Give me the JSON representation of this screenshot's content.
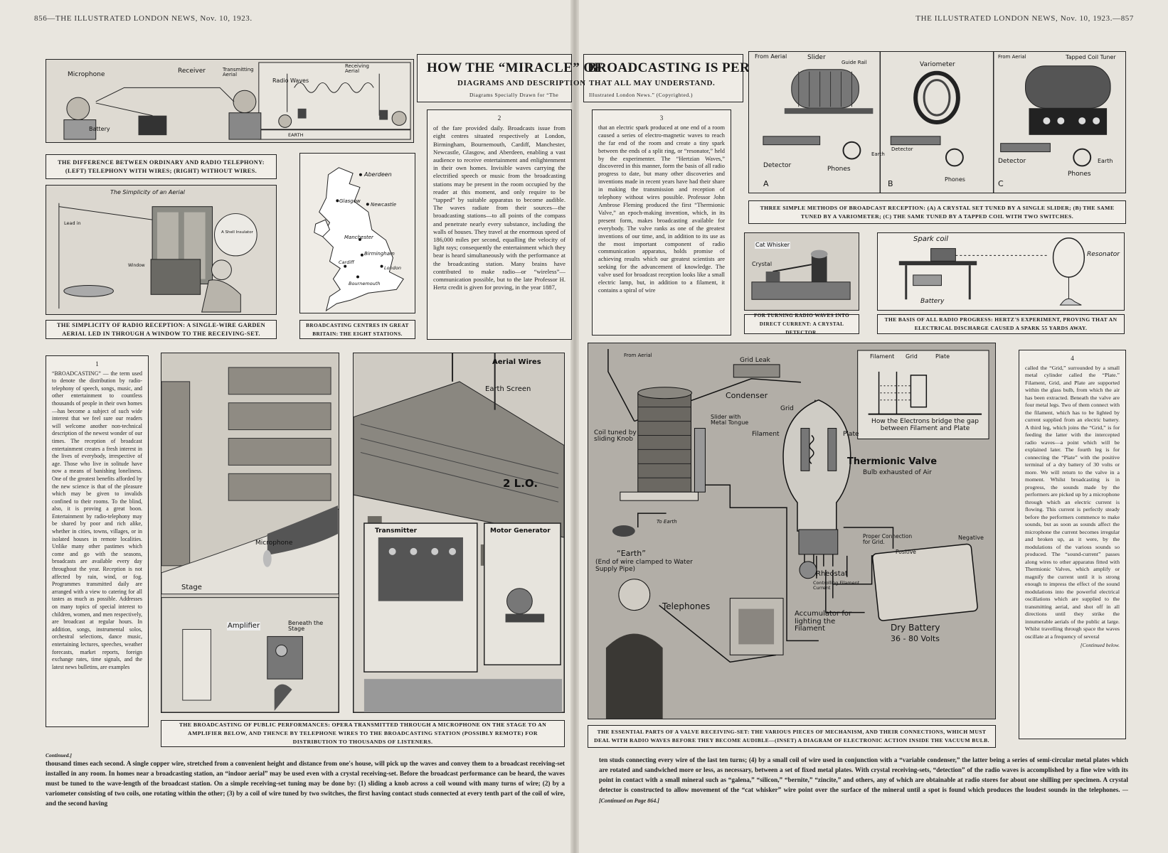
{
  "running_head": {
    "left": "856—THE ILLUSTRATED LONDON NEWS, Nov. 10, 1923.",
    "right": "THE ILLUSTRATED LONDON NEWS, Nov. 10, 1923.—857"
  },
  "title": {
    "left_part": "HOW THE “MIRACLE” OF",
    "right_part": "BROADCASTING IS PERFORMED:",
    "sub_left": "DIAGRAMS AND DESCRIPTION",
    "sub_right": "THAT ALL MAY UNDERSTAND.",
    "credit_left": "Diagrams Specially Drawn for “The",
    "credit_right": "Illustrated London News.” (Copyrighted.)"
  },
  "fig_telephony": {
    "labels": {
      "microphone": "Microphone",
      "receiver": "Receiver",
      "transmitting": "Transmitting Aerial",
      "radio_waves": "Radio Waves",
      "receiving": "Receiving Aerial",
      "battery": "Battery",
      "earth": "EARTH"
    },
    "caption": "The difference between ordinary and radio telephony: (left) telephony with wires; (right) without wires."
  },
  "fig_aerial": {
    "labels": {
      "title": "The Simplicity of an Aerial",
      "lead": "Lead in",
      "insulator": "A Shell Insulator",
      "window": "Window"
    },
    "caption": "The simplicity of radio reception: a single-wire garden aerial led in through a window to the receiving-set."
  },
  "fig_map": {
    "stations": [
      "Aberdeen",
      "Glasgow",
      "Newcastle",
      "Manchester",
      "Birmingham",
      "Cardiff",
      "London",
      "Bournemouth"
    ],
    "caption": "Broadcasting centres in Great Britain: the eight stations."
  },
  "fig_opera": {
    "labels": {
      "microphone": "Microphone",
      "stage": "Stage",
      "amplifier": "Amplifier",
      "beneath": "Beneath the Stage"
    }
  },
  "fig_station": {
    "labels": {
      "aerial_wires": "Aerial Wires",
      "earth_screen": "Earth Screen",
      "callsign": "2 L.O.",
      "transmitter": "Transmitter",
      "motor": "Motor Generator"
    },
    "caption": "The broadcasting of public performances: opera transmitted through a microphone on the stage to an amplifier below, and thence by telephone wires to the broadcasting station (possibly remote) for distribution to thousands of listeners."
  },
  "fig_three_methods": {
    "labels": {
      "from_aerial": "From Aerial",
      "slider": "Slider",
      "guide_rail": "Guide Rail",
      "detector": "Detector",
      "phones": "Phones",
      "earth": "Earth",
      "variometer": "Variometer",
      "tapped_coil": "Tapped Coil Tuner",
      "a": "A",
      "b": "B",
      "c": "C"
    },
    "caption": "Three simple methods of broadcast reception: (A) a crystal set tuned by a single slider; (B) the same tuned by a variometer; (C) the same tuned by a tapped coil with two switches."
  },
  "fig_crystal": {
    "labels": {
      "whisker": "Cat Whisker",
      "crystal": "Crystal"
    },
    "caption": "For turning radio waves into direct current: a crystal detector."
  },
  "fig_hertz": {
    "labels": {
      "spark_coil": "Spark coil",
      "resonator": "Resonator",
      "battery": "Battery"
    },
    "caption": "The basis of all radio progress: Hertz's experiment, proving that an electrical discharge caused a spark 55 yards away."
  },
  "fig_valve": {
    "labels": {
      "from_aerial": "From Aerial",
      "grid_leak": "Grid Leak",
      "condenser": "Condenser",
      "grid": "Grid",
      "slider": "Slider with Metal Tongue",
      "filament": "Filament",
      "plate": "Plate",
      "coil": "Coil tuned by sliding Knob",
      "valve": "Thermionic Valve",
      "valve_sub": "Bulb exhausted of Air",
      "to_earth": "To Earth",
      "earth": "“Earth”",
      "earth_sub": "(End of wire clamped to Water Supply Pipe)",
      "telephones": "Telephones",
      "rheostat": "Rheostat",
      "rheostat_sub": "Controlling Filament Current",
      "accumulator": "Accumulator for lighting the Filament",
      "dry_battery": "Dry Battery",
      "volts": "36 - 80 Volts",
      "proper": "Proper Connection for Grid.",
      "positive": "Positive",
      "negative": "Negative",
      "inset_filament": "Filament",
      "inset_grid": "Grid",
      "inset_plate": "Plate",
      "inset_caption": "How the Electrons bridge the gap between Filament and Plate"
    },
    "caption": "The essential parts of a valve receiving-set: the various pieces of mechanism, and their connections, which must deal with radio waves before they become audible—(inset) a diagram of electronic action inside the vacuum bulb."
  },
  "text_col1": {
    "num": "1",
    "body": "“BROADCASTING” — the term used to denote the distribution by radio-telephony of speech, songs, music, and other entertainment to countless thousands of people in their own homes—has become a subject of such wide interest that we feel sure our readers will welcome another non-technical description of the newest wonder of our times. The reception of broadcast entertainment creates a fresh interest in the lives of everybody, irrespective of age. Those who live in solitude have now a means of banishing loneliness. One of the greatest benefits afforded by the new science is that of the pleasure which may be given to invalids confined to their rooms. To the blind, also, it is proving a great boon. Entertainment by radio-telephony may be shared by poor and rich alike, whether in cities, towns, villages, or in isolated houses in remote localities. Unlike many other pastimes which come and go with the seasons, broadcasts are available every day throughout the year. Reception is not affected by rain, wind, or fog. Programmes transmitted daily are arranged with a view to catering for all tastes as much as possible. Addresses on many topics of special interest to children, women, and men respectively, are broadcast at regular hours. In addition, songs, instrumental solos, orchestral selections, dance music, entertaining lectures, speeches, weather forecasts, market reports, foreign exchange rates, time signals, and the latest news bulletins, are examples"
  },
  "text_col2": {
    "num": "2",
    "body": "of the fare provided daily. Broadcasts issue from eight centres situated respectively at London, Birmingham, Bournemouth, Cardiff, Manchester, Newcastle, Glasgow, and Aberdeen, enabling a vast audience to receive entertainment and enlightenment in their own homes. Invisible waves carrying the electrified speech or music from the broadcasting stations may be present in the room occupied by the reader at this moment, and only require to be “tapped” by suitable apparatus to become audible. The waves radiate from their sources—the broadcasting stations—to all points of the compass and penetrate nearly every substance, including the walls of houses. They travel at the enormous speed of 186,000 miles per second, equalling the velocity of light rays; consequently the entertainment which they bear is heard simultaneously with the performance at the broadcasting station. Many brains have contributed to make radio—or “wireless”—communication possible, but to the late Professor H. Hertz credit is given for proving, in the year 1887,"
  },
  "text_col3": {
    "num": "3",
    "body": "that an electric spark produced at one end of a room caused a series of electro-magnetic waves to reach the far end of the room and create a tiny spark between the ends of a split ring, or “resonator,” held by the experimenter. The “Hertzian Waves,” discovered in this manner, form the basis of all radio progress to date, but many other discoveries and inventions made in recent years have had their share in making the transmission and reception of telephony without wires possible. Professor John Ambrose Fleming produced the first “Thermionic Valve,” an epoch-making invention, which, in its present form, makes broadcasting available for everybody. The valve ranks as one of the greatest inventions of our time, and, in addition to its use as the most important component of radio communication apparatus, holds promise of achieving results which our greatest scientists are seeking for the advancement of knowledge. The valve used for broadcast reception looks like a small electric lamp, but, in addition to a filament, it contains a spiral of wire"
  },
  "text_col4": {
    "num": "4",
    "body": "called the “Grid,” surrounded by a small metal cylinder called the “Plate.” Filament, Grid, and Plate are supported within the glass bulb, from which the air has been extracted. Beneath the valve are four metal legs. Two of them connect with the filament, which has to be lighted by current supplied from an electric battery. A third leg, which joins the “Grid,” is for feeding the latter with the intercepted radio waves—a point which will be explained later. The fourth leg is for connecting the “Plate” with the positive terminal of a dry battery of 30 volts or more. We will return to the valve in a moment. Whilst broadcasting is in progress, the sounds made by the performers are picked up by a microphone through which an electric current is flowing. This current is perfectly steady before the performers commence to make sounds, but as soon as sounds affect the microphone the current becomes irregular and broken up, as it were, by the modulations of the various sounds so produced. The “sound-current” passes along wires to other apparatus fitted with Thermionic Valves, which amplify or magnify the current until it is strong enough to impress the effect of the sound modulations into the powerful electrical oscillations which are supplied to the transmitting aerial, and shot off in all directions until they strike the innumerable aerials of the public at large. Whilst travelling through space the waves oscillate at a frequency of several",
    "cont": "[Continued below."
  },
  "bottom_left": {
    "lead": "Continued.]",
    "body": "thousand times each second. A single copper wire, stretched from a convenient height and distance from one's house, will pick up the waves and convey them to a broadcast receiving-set installed in any room. In homes near a broadcasting station, an “indoor aerial” may be used even with a crystal receiving-set. Before the broadcast performance can be heard, the waves must be tuned to the wave-length of the broadcast station. On a simple receiving-set tuning may be done by: (1) sliding a knob across a coil wound with many turns of wire; (2) by a variometer consisting of two coils, one rotating within the other; (3) by a coil of wire tuned by two switches, the first having contact studs connected at every tenth part of the coil of wire, and the second having"
  },
  "bottom_right": {
    "body": "ten studs connecting every wire of the last ten turns; (4) by a small coil of wire used in conjunction with a “variable condenser,” the latter being a series of semi-circular metal plates which are rotated and sandwiched more or less, as necessary, between a set of fixed metal plates. With crystal receiving-sets, “detection” of the radio waves is accomplished by a fine wire with its point in contact with a small mineral such as “galena,” “silicon,” “bernite,” “zincite,” and others, any of which are obtainable at radio stores for about one shilling per specimen. A crystal detector is constructed to allow movement of the “cat whisker” wire point over the surface of the mineral until a spot is found which produces the loudest sounds in the telephones.",
    "cont": "—[Continued on Page 864.]"
  },
  "colors": {
    "paper": "#e9e6df",
    "ink": "#1b1b1b",
    "plate": "#c9c6bf"
  }
}
